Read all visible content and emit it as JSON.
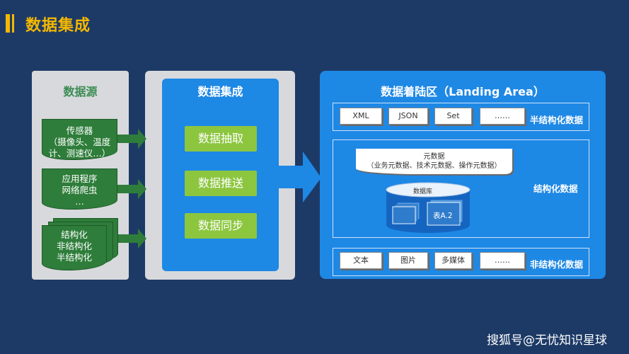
{
  "title": "数据集成",
  "source_panel": {
    "heading": "数据源",
    "items": [
      {
        "lines": [
          "传感器",
          "（摄像头、温度",
          "计、测速仪…）"
        ]
      },
      {
        "lines": [
          "应用程序",
          "网络爬虫",
          "…"
        ]
      },
      {
        "lines": [
          "结构化",
          "非结构化",
          "半结构化"
        ]
      }
    ]
  },
  "integration_panel": {
    "heading": "数据集成",
    "buttons": [
      "数据抽取",
      "数据推送",
      "数据同步"
    ]
  },
  "landing_panel": {
    "heading": "数据着陆区（Landing Area）",
    "semi_structured": {
      "chips": [
        "XML",
        "JSON",
        "Set",
        "……"
      ],
      "label": "半结构化数据"
    },
    "structured": {
      "metadata_title": "元数据",
      "metadata_desc": "（业务元数据、技术元数据、操作元数据）",
      "db_label": "数据库",
      "table_label": "表A.2",
      "label": "结构化数据"
    },
    "unstructured": {
      "chips": [
        "文本",
        "图片",
        "多媒体",
        "……"
      ],
      "label": "非结构化数据"
    }
  },
  "watermark": "搜狐号@无忧知识星球",
  "colors": {
    "background": "#1d3a66",
    "accent": "#f5b800",
    "blue": "#1e88e5",
    "green": "#2e7d3a",
    "lime": "#8cc63f"
  }
}
